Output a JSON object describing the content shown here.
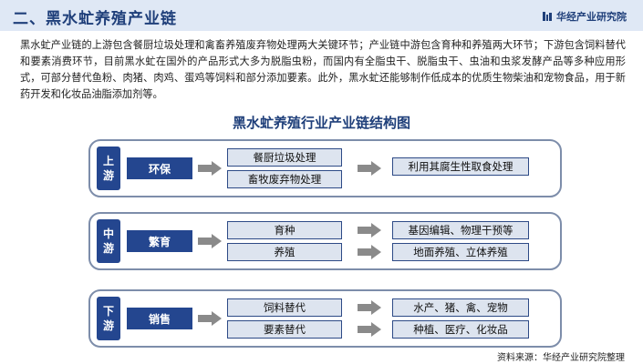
{
  "header": {
    "title": "二、黑水虻养殖产业链",
    "brand": "华经产业研究院"
  },
  "intro": "黑水虻产业链的上游包含餐厨垃圾处理和禽畜养殖废弃物处理两大关键环节；产业链中游包含育种和养殖两大环节；下游包含饲料替代和要素消费环节，目前黑水虻在国外的产品形式大多为脱脂虫粉，而国内有全脂虫干、脱脂虫干、虫油和虫浆发酵产品等多种应用形式，可部分替代鱼粉、肉猪、肉鸡、蛋鸡等饲料和部分添加要素。此外，黑水虻还能够制作低成本的优质生物柴油和宠物食品，用于新药开发和化妆品油脂添加剂等。",
  "diagram": {
    "title": "黑水虻养殖行业产业链结构图",
    "stages": [
      {
        "label_1": "上",
        "label_2": "游",
        "category": "环保",
        "mid": [
          "餐厨垃圾处理",
          "畜牧废弃物处理"
        ],
        "right": [
          "利用其腐生性取食处理"
        ]
      },
      {
        "label_1": "中",
        "label_2": "游",
        "category": "繁育",
        "mid": [
          "育种",
          "养殖"
        ],
        "right": [
          "基因编辑、物理干预等",
          "地面养殖、立体养殖"
        ]
      },
      {
        "label_1": "下",
        "label_2": "游",
        "category": "销售",
        "mid": [
          "饲料替代",
          "要素替代"
        ],
        "right": [
          "水产、猪、禽、宠物",
          "种植、医疗、化妆品"
        ]
      }
    ]
  },
  "footer": "资料来源：华经产业研究院整理",
  "colors": {
    "accent": "#24468f",
    "box_fill": "#dde4ef",
    "border": "#7d8daa",
    "arrow": "#8a8a8a"
  }
}
